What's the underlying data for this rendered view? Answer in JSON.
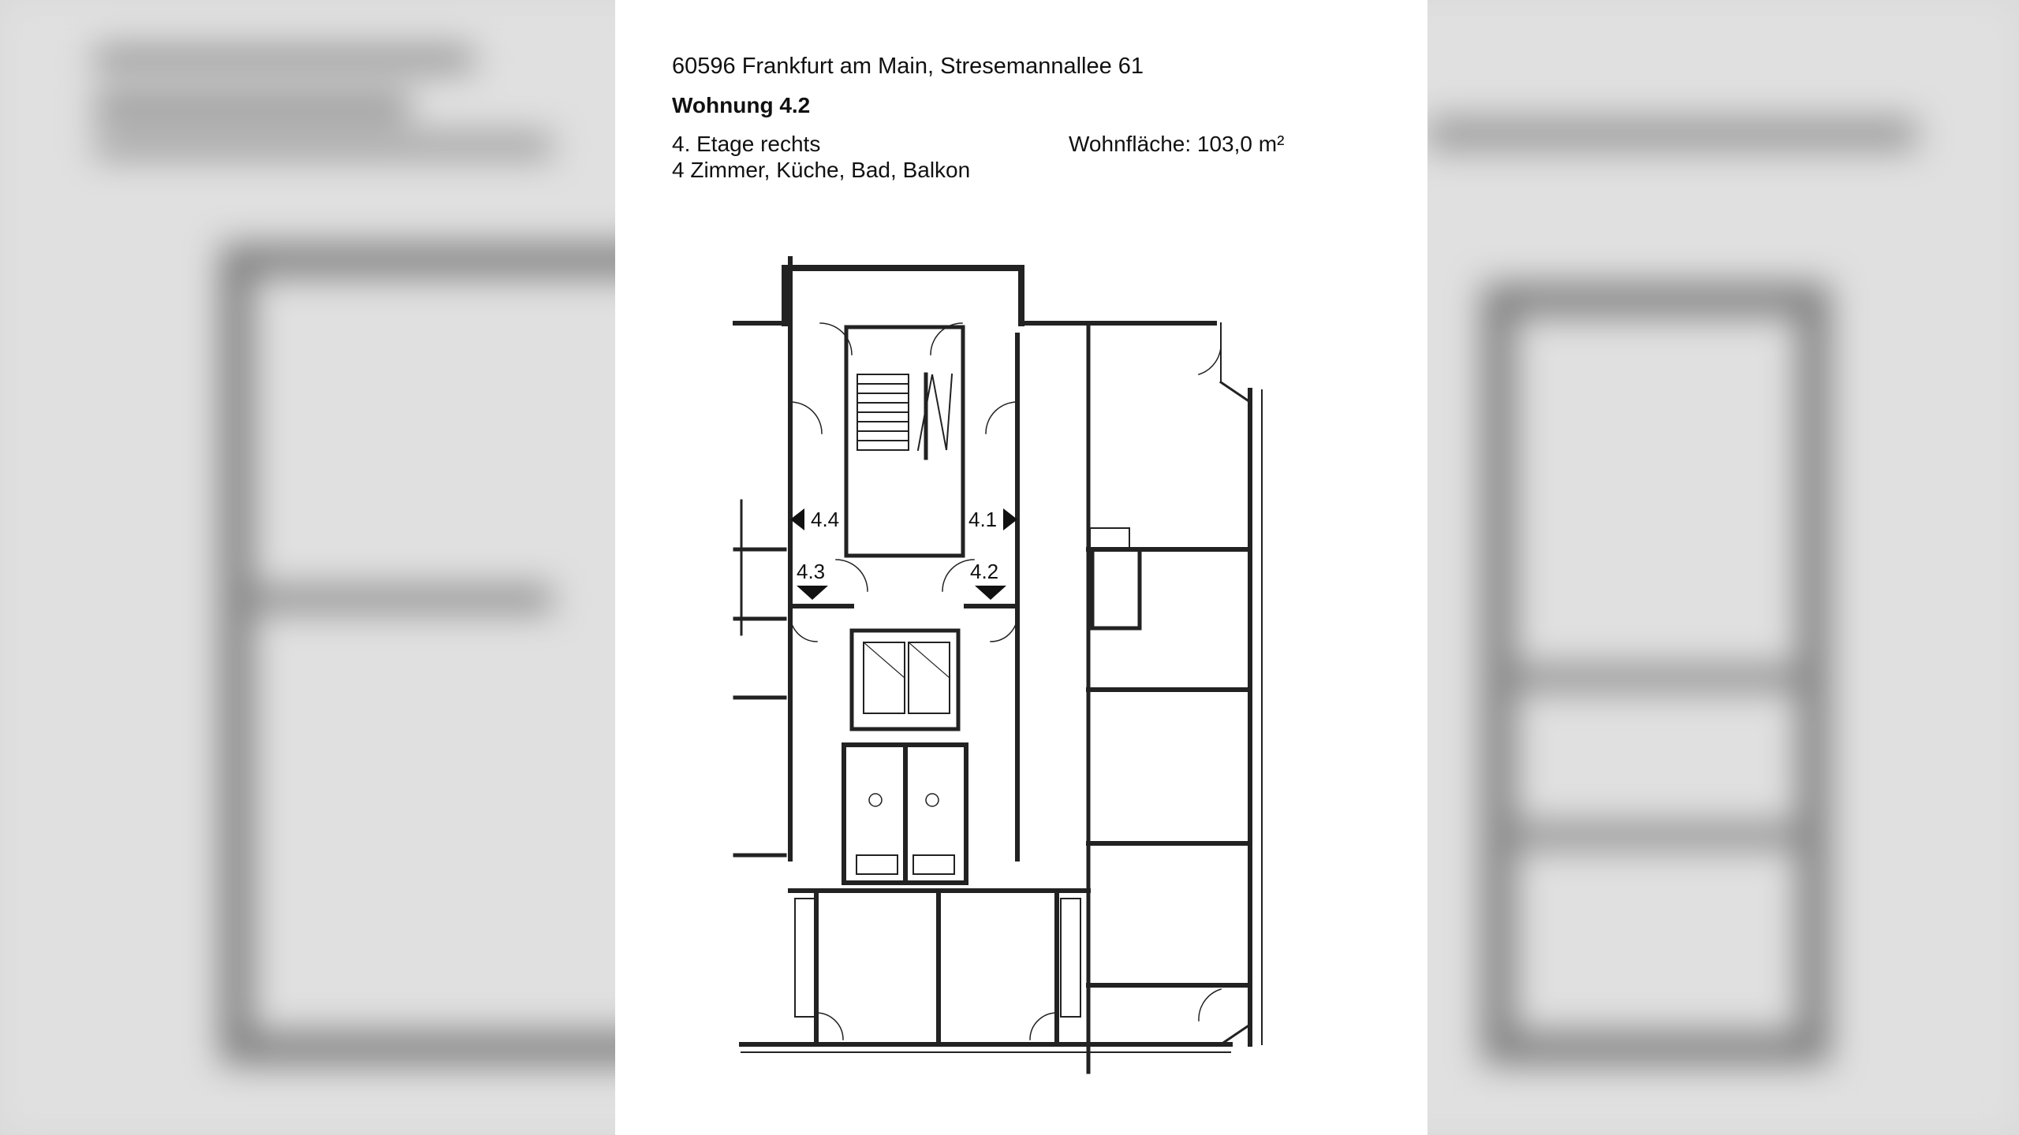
{
  "address": "60596 Frankfurt am Main, Stresemannallee 61",
  "unit_title": "Wohnung 4.2",
  "floor": "4. Etage rechts",
  "rooms": "4 Zimmer, Küche, Bad, Balkon",
  "living_area": "Wohnfläche: 103,0 m²",
  "units": {
    "u41": "4.1",
    "u42": "4.2",
    "u43": "4.3",
    "u44": "4.4"
  }
}
